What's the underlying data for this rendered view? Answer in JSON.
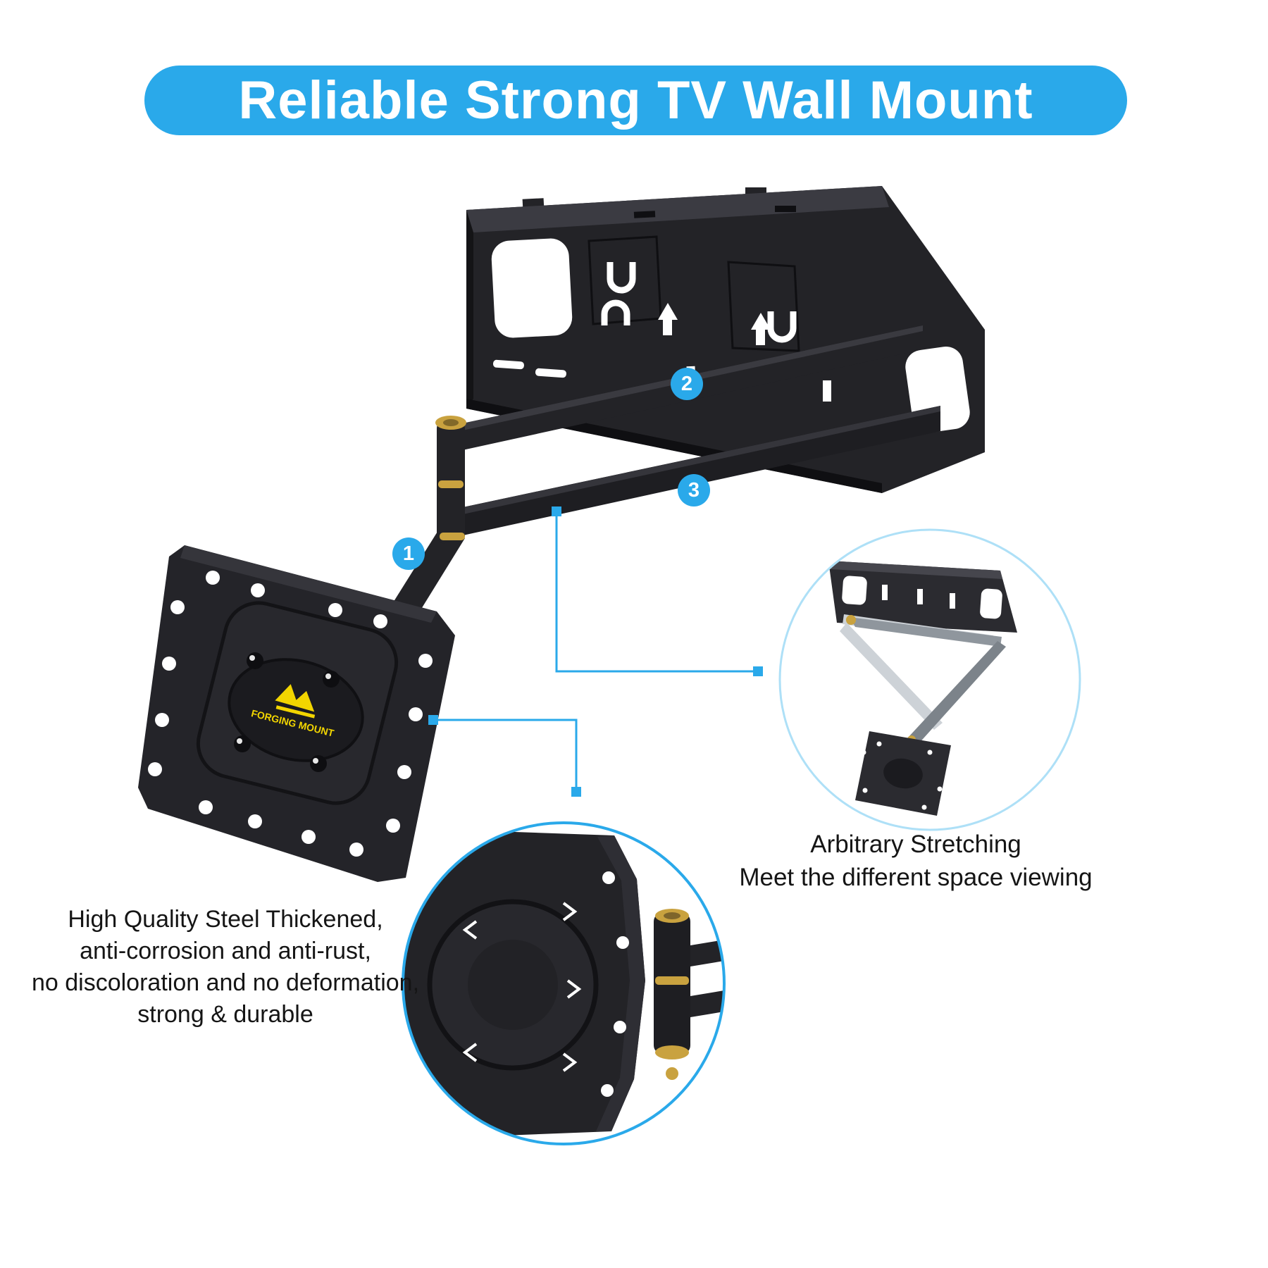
{
  "banner": {
    "title": "Reliable Strong TV Wall Mount"
  },
  "badges": [
    {
      "label": "1"
    },
    {
      "label": "2"
    },
    {
      "label": "3"
    }
  ],
  "left_caption": {
    "lines": [
      "High Quality Steel Thickened,",
      "anti-corrosion and anti-rust,",
      "no discoloration and no deformation,",
      "strong & durable"
    ]
  },
  "right_caption": {
    "lines": [
      "Arbitrary Stretching",
      "Meet the different space viewing"
    ]
  },
  "logo": {
    "text": "FORGING MOUNT"
  },
  "colors": {
    "accent_blue": "#2aa9ea",
    "inset_border_light": "#aee0f7",
    "product_black": "#232327",
    "hinge_gold": "#c9a23f",
    "logo_yellow": "#f2d500"
  }
}
